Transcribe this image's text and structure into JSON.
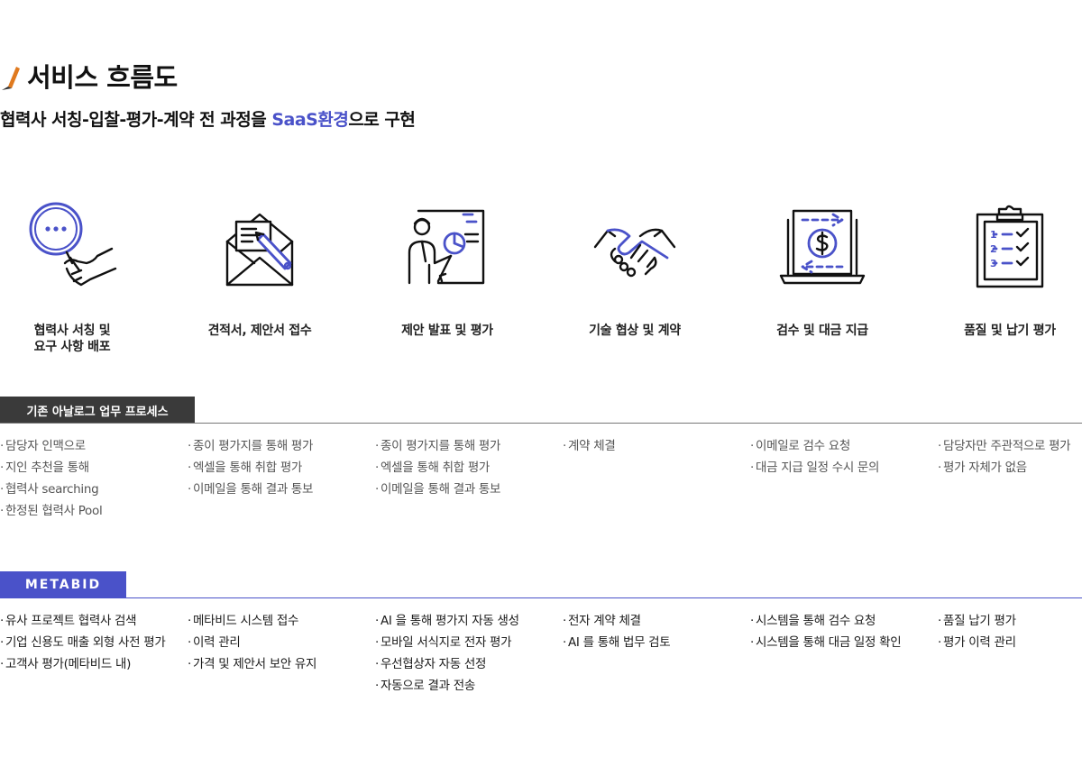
{
  "header": {
    "title": "서비스 흐름도",
    "subtitle_before": "협력사 서칭-입찰-평가-계약 전 과정을",
    "subtitle_highlight": "SaaS환경",
    "subtitle_after": "으로 구현"
  },
  "colors": {
    "accent": "#4a52c9",
    "legacy_tab": "#3a3a3a",
    "metabid_tab": "#4a52c9"
  },
  "steps": [
    {
      "label": "협력사 서칭 및\n요구 사항 배포",
      "icon": "magnifier-hand-icon"
    },
    {
      "label": "견적서, 제안서 접수",
      "icon": "envelope-pen-icon"
    },
    {
      "label": "제안 발표 및 평가",
      "icon": "presenter-board-icon"
    },
    {
      "label": "기술 협상 및 계약",
      "icon": "handshake-icon"
    },
    {
      "label": "검수 및 대금 지급",
      "icon": "payment-screen-icon"
    },
    {
      "label": "품질 및 납기 평가",
      "icon": "checklist-clipboard-icon"
    }
  ],
  "legacy": {
    "tab_label": "기존 아날로그 업무 프로세스",
    "bullet": "·",
    "columns": [
      [
        "담당자 인맥으로",
        "지인 추천을 통해",
        "협력사 searching",
        "한정된 협력사 Pool"
      ],
      [
        "종이 평가지를 통해 평가",
        "엑셀을 통해 취합 평가",
        "이메일을 통해 결과 통보"
      ],
      [
        "종이 평가지를 통해 평가",
        "엑셀을 통해 취합 평가",
        "이메일을 통해 결과 통보"
      ],
      [
        "계약 체결"
      ],
      [
        "이메일로 검수 요청",
        "대금 지급 일정 수시 문의"
      ],
      [
        "담당자만 주관적으로 평가",
        "평가 자체가 없음"
      ]
    ]
  },
  "metabid": {
    "tab_label": "METABID",
    "bullet": "·",
    "columns": [
      [
        "유사 프로젝트 협력사 검색",
        "기업 신용도 매출 외형 사전 평가",
        "고객사 평가(메타비드 내)"
      ],
      [
        "메타비드 시스템 접수",
        "이력 관리",
        "가격 및 제안서 보안 유지"
      ],
      [
        "AI 을 통해 평가지 자동 생성",
        "모바일 서식지로 전자 평가",
        "우선협상자 자동 선정",
        "자동으로 결과 전송"
      ],
      [
        "전자 계약 체결",
        "AI 를 통해 법무 검토"
      ],
      [
        "시스템을 통해 검수 요청",
        "시스템을 통해 대금 일정 확인"
      ],
      [
        "품질 납기 평가",
        "평가 이력 관리"
      ]
    ]
  }
}
